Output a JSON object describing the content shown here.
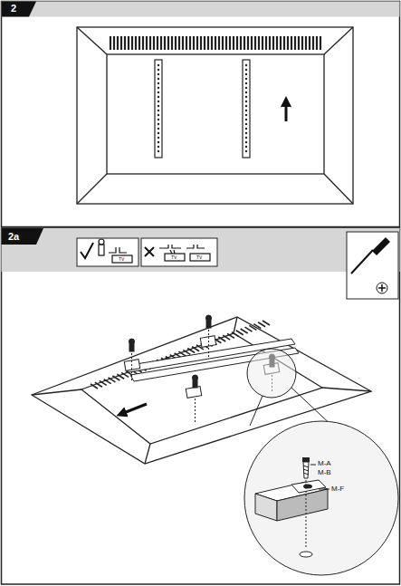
{
  "diagram": {
    "labels": [
      "2",
      "2a",
      "TV",
      "TV",
      "TV",
      "M-A",
      "M-B",
      "M-F"
    ]
  }
}
